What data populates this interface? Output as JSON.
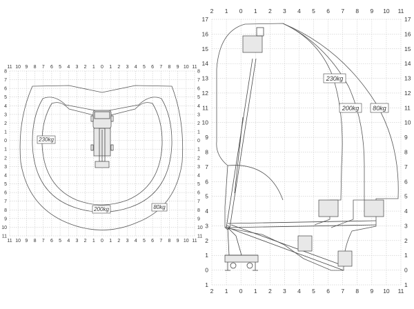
{
  "top_view": {
    "x_ticks": [
      "11",
      "10",
      "9",
      "8",
      "7",
      "6",
      "5",
      "4",
      "3",
      "2",
      "1",
      "0",
      "1",
      "2",
      "3",
      "4",
      "5",
      "6",
      "7",
      "8",
      "9",
      "10",
      "11"
    ],
    "y_ticks": [
      "8",
      "7",
      "6",
      "5",
      "4",
      "3",
      "2",
      "1",
      "0",
      "1",
      "2",
      "3",
      "4",
      "5",
      "6",
      "7",
      "8",
      "9",
      "10",
      "11"
    ],
    "load_labels": {
      "inner": "230kg",
      "middle": "200kg",
      "outer": "80kg"
    }
  },
  "side_view": {
    "x_ticks": [
      "2",
      "1",
      "0",
      "1",
      "2",
      "3",
      "4",
      "5",
      "6",
      "7",
      "8",
      "9",
      "10",
      "11"
    ],
    "y_ticks": [
      "17",
      "16",
      "15",
      "14",
      "13",
      "12",
      "11",
      "10",
      "9",
      "8",
      "7",
      "6",
      "5",
      "4",
      "3",
      "2",
      "1",
      "0",
      "1"
    ],
    "load_labels": {
      "inner": "230kg",
      "middle": "200kg",
      "outer": "80kg"
    }
  },
  "colors": {
    "line": "#444444",
    "grid": "#bdbdbd",
    "background": "#ffffff"
  }
}
